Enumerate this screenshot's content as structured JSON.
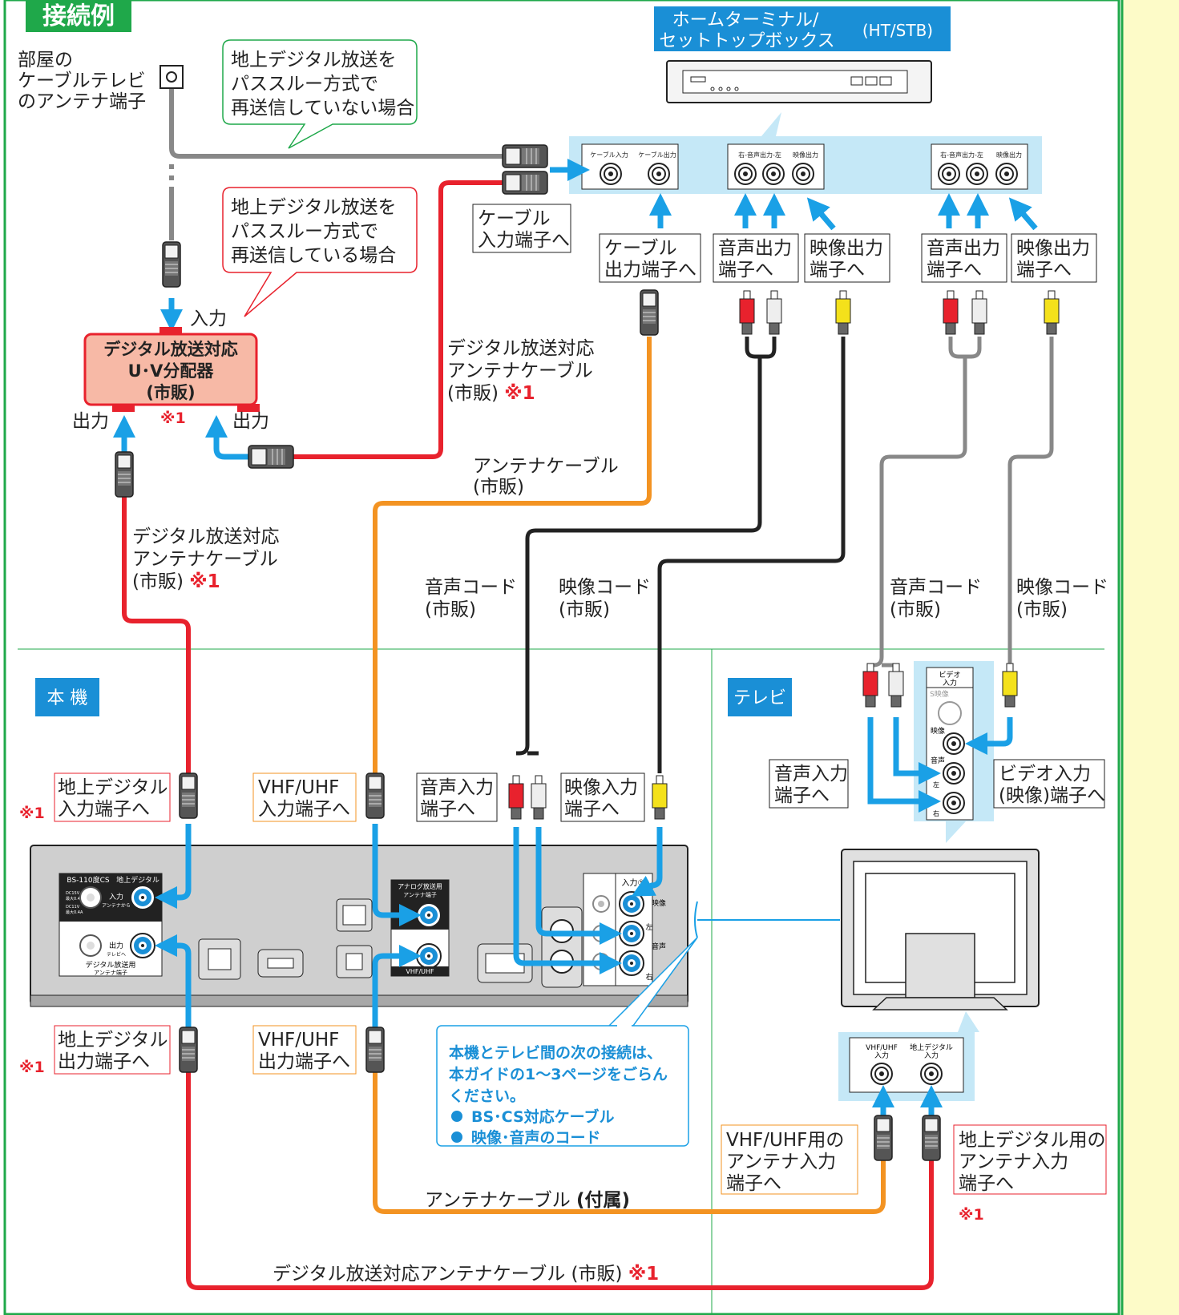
{
  "title": "接続例",
  "notes": {
    "room_terminal": [
      "部屋の",
      "ケーブルテレビ",
      "のアンテナ端子"
    ],
    "bubble_no_passthrough": [
      "地上デジタル放送を",
      "パススルー方式で",
      "再送信していない場合"
    ],
    "bubble_passthrough": [
      "地上デジタル放送を",
      "パススルー方式で",
      "再送信している場合"
    ],
    "input": "入力",
    "output": "出力",
    "mark": "※1",
    "mark_symbol": "※",
    "mark_num": "1"
  },
  "splitter": [
    "デジタル放送対応",
    "U･V分配器",
    "(市販)"
  ],
  "stb": {
    "title_line1": "ホームターミナル/",
    "title_line2": "セットトップボックス",
    "title_abbr": "(HT/STB)",
    "cable_in": "ケーブル入力",
    "cable_out": "ケーブル出力",
    "audio_out": "右-音声出力-左",
    "video_out": "映像出力"
  },
  "labels": {
    "to_cable_in": [
      "ケーブル",
      "入力端子へ"
    ],
    "to_cable_out": [
      "ケーブル",
      "出力端子へ"
    ],
    "to_audio_out": [
      "音声出力",
      "端子へ"
    ],
    "to_video_out": [
      "映像出力",
      "端子へ"
    ],
    "digital_cable": [
      "デジタル放送対応",
      "アンテナケーブル",
      "(市販)"
    ],
    "antenna_cable_sold": [
      "アンテナケーブル",
      "(市販)"
    ],
    "audio_cord": [
      "音声コード",
      "(市販)"
    ],
    "video_cord": [
      "映像コード",
      "(市販)"
    ],
    "this_unit": "本 機",
    "tv": "テレビ",
    "to_digital_in": [
      "地上デジタル",
      "入力端子へ"
    ],
    "to_vhf_in": [
      "VHF/UHF",
      "入力端子へ"
    ],
    "to_audio_in": [
      "音声入力",
      "端子へ"
    ],
    "to_video_in": [
      "映像入力",
      "端子へ"
    ],
    "to_tv_audio_in": [
      "音声入力",
      "端子へ"
    ],
    "to_tv_video_in": [
      "ビデオ入力",
      "(映像)端子へ"
    ],
    "to_digital_out": [
      "地上デジタル",
      "出力端子へ"
    ],
    "to_vhf_out": [
      "VHF/UHF",
      "出力端子へ"
    ],
    "to_tv_vhf_in": [
      "VHF/UHF用の",
      "アンテナ入力",
      "端子へ"
    ],
    "to_tv_digital_in": [
      "地上デジタル用の",
      "アンテナ入力",
      "端子へ"
    ],
    "antenna_cable_included": "アンテナケーブル",
    "included": "(付属)",
    "digital_cable_bottom": "デジタル放送対応アンテナケーブル (市販)"
  },
  "info_box": {
    "lines": [
      "本機とテレビ間の次の接続は、",
      "本ガイドの1〜3ページをごらん",
      "ください。"
    ],
    "bullets": [
      "BS･CS対応ケーブル",
      "映像･音声のコード"
    ]
  },
  "device_panel": {
    "bs_cs": "BS-110度CS",
    "digital": "地上デジタル",
    "input": "入力",
    "from_antenna": "アンテナから",
    "output": "出力",
    "to_tv": "テレビへ",
    "digital_terminal": "デジタル放送用",
    "antenna_terminal": "アンテナ端子",
    "analog_terminal": "アナログ放送用",
    "vhf_uhf": "VHF/UHF",
    "input1": "入力①",
    "video": "映像",
    "left": "左",
    "audio": "音声",
    "right": "右",
    "dc15v": "DC15V",
    "max_current": "最大0.4A",
    "dc11v": "DC11V",
    "max_current2": "最大0.4A"
  },
  "tv_panel": {
    "video_in": "ビデオ",
    "video_in2": "入力",
    "s_video": "S映像",
    "video": "映像",
    "audio": "音声",
    "left": "左",
    "right": "右",
    "vhf_uhf_in": "VHF/UHF",
    "digital_in": "地上デジタル",
    "in": "入力"
  },
  "colors": {
    "green": "#1fa84a",
    "red_cable": "#e8222d",
    "orange_cable": "#f39322",
    "arrow_blue": "#1aa0e6",
    "light_blue": "#c5e8f7",
    "splitter_fill": "#f7b9a6"
  }
}
